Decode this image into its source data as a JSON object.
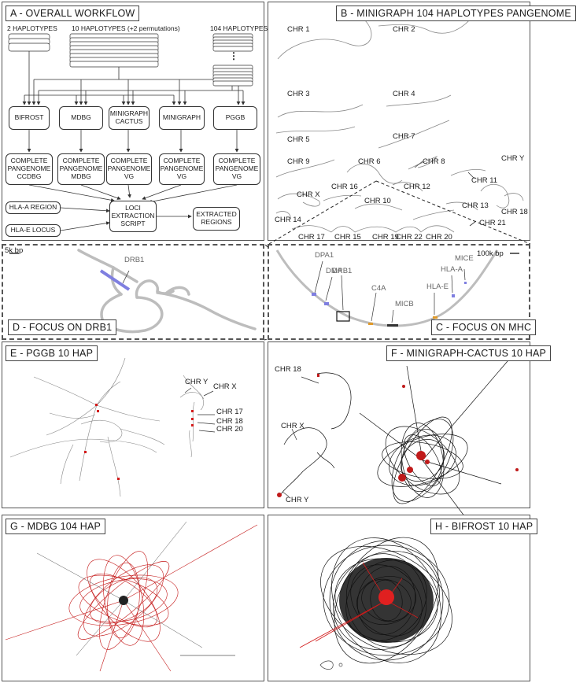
{
  "panels": {
    "a": {
      "title": "A - OVERALL WORKFLOW",
      "inputs": [
        "2 HAPLOTYPES",
        "10 HAPLOTYPES (+2 permutations)",
        "104 HAPLOTYPES"
      ],
      "ellipsis": "⋮",
      "tools": [
        "BIFROST",
        "MDBG",
        "MINIGRAPH\nCACTUS",
        "MINIGRAPH",
        "PGGB"
      ],
      "outputs": [
        "COMPLETE\nPANGENOME\nCCDBG",
        "COMPLETE\nPANGENOME\nMDBG",
        "COMPLETE\nPANGENOME\nVG",
        "COMPLETE\nPANGENOME\nVG",
        "COMPLETE\nPANGENOME\nVG"
      ],
      "region_a": "HLA-A REGION",
      "region_e": "HLA-E LOCUS",
      "script": "LOCI\nEXTRACTION\nSCRIPT",
      "extracted": "EXTRACTED\nREGIONS"
    },
    "b": {
      "title": "B - MINIGRAPH 104 HAPLOTYPES PANGENOME",
      "chromosomes": [
        "CHR 1",
        "CHR 2",
        "CHR 3",
        "CHR 4",
        "CHR 5",
        "CHR 7",
        "CHR 9",
        "CHR 6",
        "CHR 8",
        "CHR Y",
        "CHR 11",
        "CHR X",
        "CHR 16",
        "CHR 12",
        "CHR 10",
        "CHR 13",
        "CHR 18",
        "CHR 14",
        "CHR 21",
        "CHR 17",
        "CHR 15",
        "CHR 19",
        "CHR 22",
        "CHR 20"
      ]
    },
    "c": {
      "title": "C - FOCUS ON MHC",
      "scale": "100k bp",
      "genes": [
        "DPA1",
        "DMA",
        "DRB1",
        "C4A",
        "MICB",
        "HLA-E",
        "HLA-A",
        "MICE"
      ]
    },
    "d": {
      "title": "D - FOCUS ON DRB1",
      "scale": "5k bp",
      "gene": "DRB1"
    },
    "e": {
      "title": "E - PGGB 10 HAP",
      "chromosomes": [
        "CHR Y",
        "CHR X",
        "CHR 17",
        "CHR 18",
        "CHR 20"
      ]
    },
    "f": {
      "title": "F - MINIGRAPH-CACTUS 10 HAP",
      "chromosomes": [
        "CHR 18",
        "CHR X",
        "CHR Y"
      ]
    },
    "g": {
      "title": "G - MDBG 104 HAP"
    },
    "h": {
      "title": "H - BIFROST 10 HAP"
    }
  },
  "colors": {
    "gene_blue": "#7f7fe0",
    "gene_orange": "#e09a2a",
    "highlight_red": "#d21a1a",
    "graph_gray": "#bdbdbd",
    "graph_black": "#111111"
  }
}
